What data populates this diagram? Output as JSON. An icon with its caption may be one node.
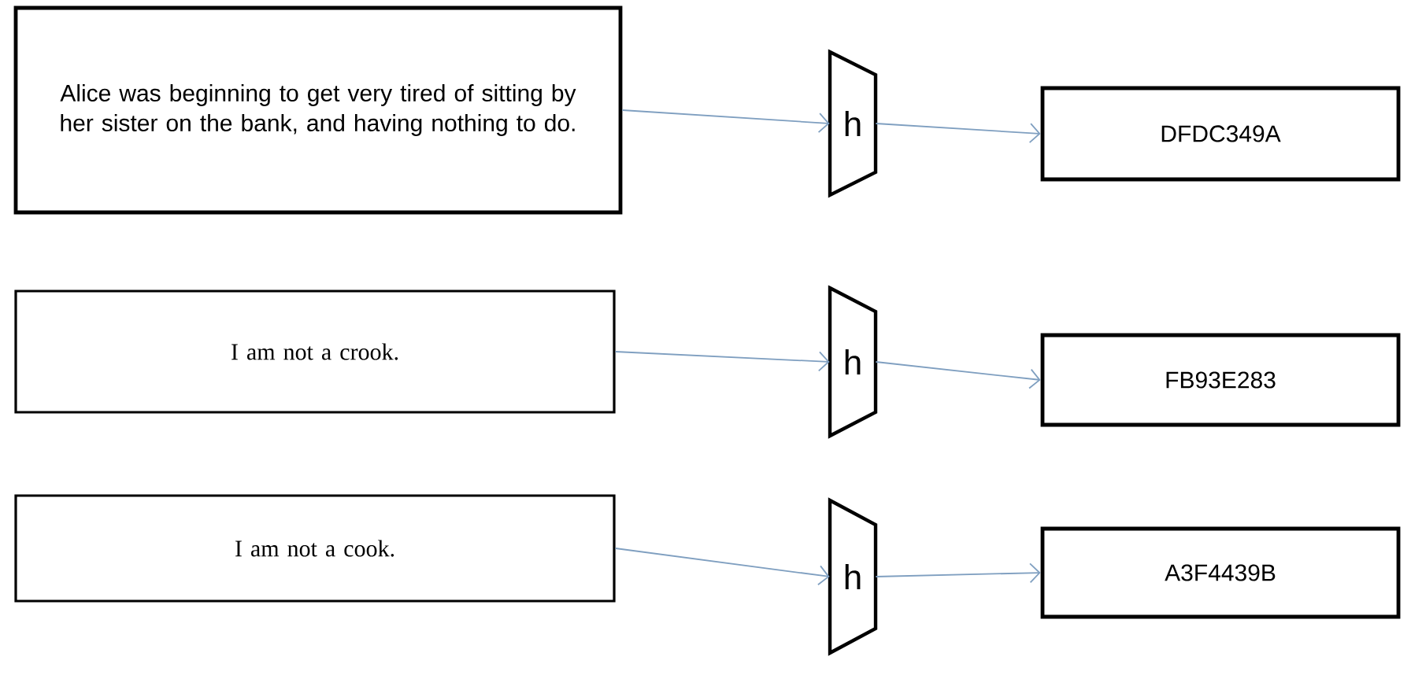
{
  "diagram": {
    "nodes": [
      {
        "text": [
          "Alice was beginning to get very tired of sitting by her sister on the bank, and having nothing to do."
        ]
      },
      {
        "text": [
          "h"
        ]
      },
      {
        "text": [
          "DFDC349A"
        ]
      },
      {
        "text": [
          "I am not a crook."
        ]
      },
      {
        "text": [
          "h"
        ]
      },
      {
        "text": [
          "FB93E283"
        ]
      },
      {
        "text": [
          "I am not a cook."
        ]
      },
      {
        "text": [
          "h"
        ]
      },
      {
        "text": [
          "A3F4439B"
        ]
      }
    ],
    "edges": [
      {
        "from": 0,
        "to": 1,
        "arrow": "to"
      },
      {
        "from": 1,
        "to": 2,
        "arrow": "to"
      },
      {
        "from": 3,
        "to": 4,
        "arrow": "to"
      },
      {
        "from": 4,
        "to": 5,
        "arrow": "to"
      },
      {
        "from": 6,
        "to": 7,
        "arrow": "to"
      },
      {
        "from": 7,
        "to": 8,
        "arrow": "to"
      }
    ]
  }
}
